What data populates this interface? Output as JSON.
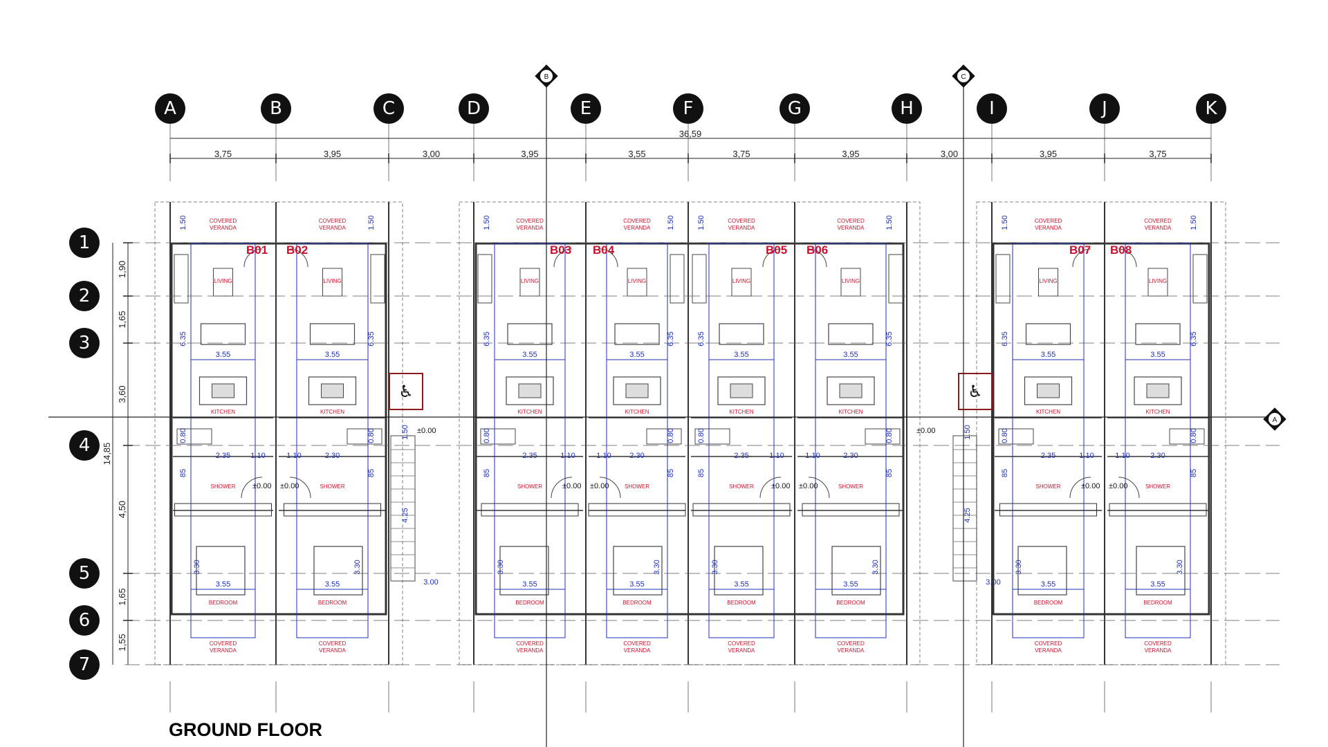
{
  "drawing_title": "GROUND FLOOR",
  "grid_columns": [
    "A",
    "B",
    "C",
    "D",
    "E",
    "F",
    "G",
    "H",
    "I",
    "J",
    "K"
  ],
  "grid_rows": [
    "1",
    "2",
    "3",
    "4",
    "5",
    "6",
    "7"
  ],
  "overall_width": "36,59",
  "overall_depth": "14,85",
  "column_spacings": [
    "3,75",
    "3,95",
    "3,00",
    "3,95",
    "3,55",
    "3,75",
    "3,95",
    "3,00",
    "3,95",
    "3,75"
  ],
  "row_spacings": [
    "1,90",
    "1,65",
    "3,60",
    "4,50",
    "1,65",
    "1,55"
  ],
  "section_markers": [
    "A",
    "B",
    "C"
  ],
  "units": [
    "B01",
    "B02",
    "B03",
    "B04",
    "B05",
    "B06",
    "B07",
    "B08"
  ],
  "room_labels": {
    "veranda": "COVERED VERANDA",
    "living": "LIVING",
    "kitchen": "KITCHEN",
    "shower": "SHOWER",
    "bedroom": "BEDROOM"
  },
  "blue_dims": {
    "room_width": "3.55",
    "bath_a": "2.35",
    "bath_b": "2.30",
    "hall": "1.10",
    "depth_upper": "6.35",
    "bed_depth": "3.30",
    "veranda_depth": "1.50",
    "wc": "0.80",
    "stair_depth": "4.25",
    "stair_width": "3.00",
    "small": "85"
  },
  "level_mark": "±0.00",
  "colors": {
    "line": "#111111",
    "wall": "#333333",
    "dimension_blue": "#1f2fb8",
    "annotation_red": "#d0102a",
    "hatch": "#9a9a9a",
    "accessible_box": "#8b1a1a"
  },
  "icons": [
    "accessible-icon"
  ]
}
